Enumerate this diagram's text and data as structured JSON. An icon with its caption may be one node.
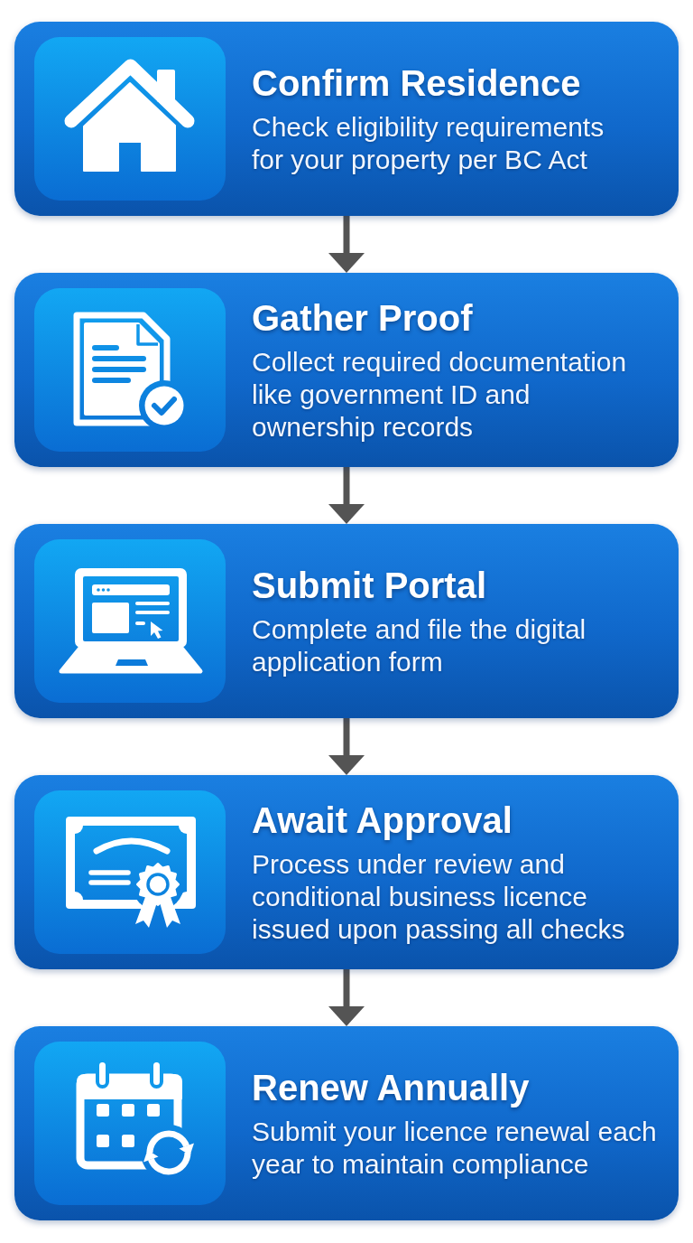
{
  "diagram": {
    "nodes": [
      {
        "text": [
          "Confirm Residence",
          "Check eligibility requirements for your property per BC Act"
        ]
      },
      {
        "text": [
          "Gather Proof",
          "Collect required documentation like government ID and ownership records"
        ]
      },
      {
        "text": [
          "Submit Portal",
          "Complete and file the digital application form"
        ]
      },
      {
        "text": [
          "Await Approval",
          "Process under review and conditional business licence issued upon passing all checks"
        ]
      },
      {
        "text": [
          "Renew Annually",
          "Submit your licence renewal each year to maintain compliance"
        ]
      }
    ],
    "edges": [
      {
        "from": 0,
        "to": 1,
        "arrow": "to"
      },
      {
        "from": 1,
        "to": 2,
        "arrow": "to"
      },
      {
        "from": 2,
        "to": 3,
        "arrow": "to"
      },
      {
        "from": 3,
        "to": 4,
        "arrow": "to"
      }
    ]
  }
}
